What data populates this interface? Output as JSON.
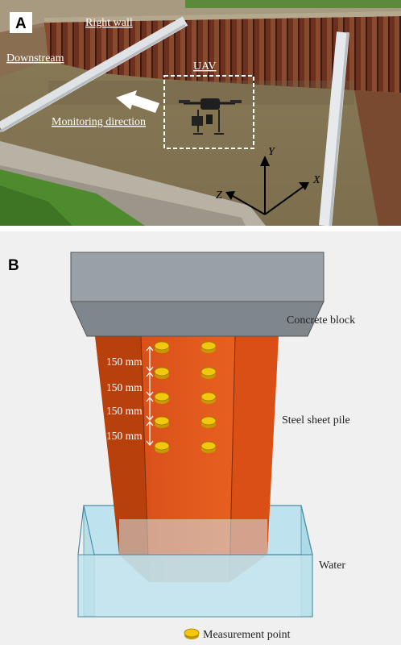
{
  "panel_a": {
    "letter": "A",
    "labels": {
      "right_wall": "Right wall",
      "downstream": "Downstream",
      "uav": "UAV",
      "monitoring_direction": "Monitoring direction"
    },
    "axes": {
      "y": "Y",
      "x": "X",
      "z": "Z"
    }
  },
  "panel_b": {
    "letter": "B",
    "labels": {
      "concrete_block": "Concrete block",
      "steel_sheet_pile": "Steel sheet pile",
      "water": "Water"
    },
    "spacings": [
      "150 mm",
      "150 mm",
      "150 mm",
      "150 mm"
    ],
    "legend": {
      "measurement_point": "Measurement point"
    },
    "colors": {
      "concrete": "#8e969c",
      "steel_left": "#b8400d",
      "steel_front": "#e45a1c",
      "steel_right": "#d94f16",
      "water": "#bfe3ee",
      "measurement_point": "#f2c80f"
    }
  }
}
